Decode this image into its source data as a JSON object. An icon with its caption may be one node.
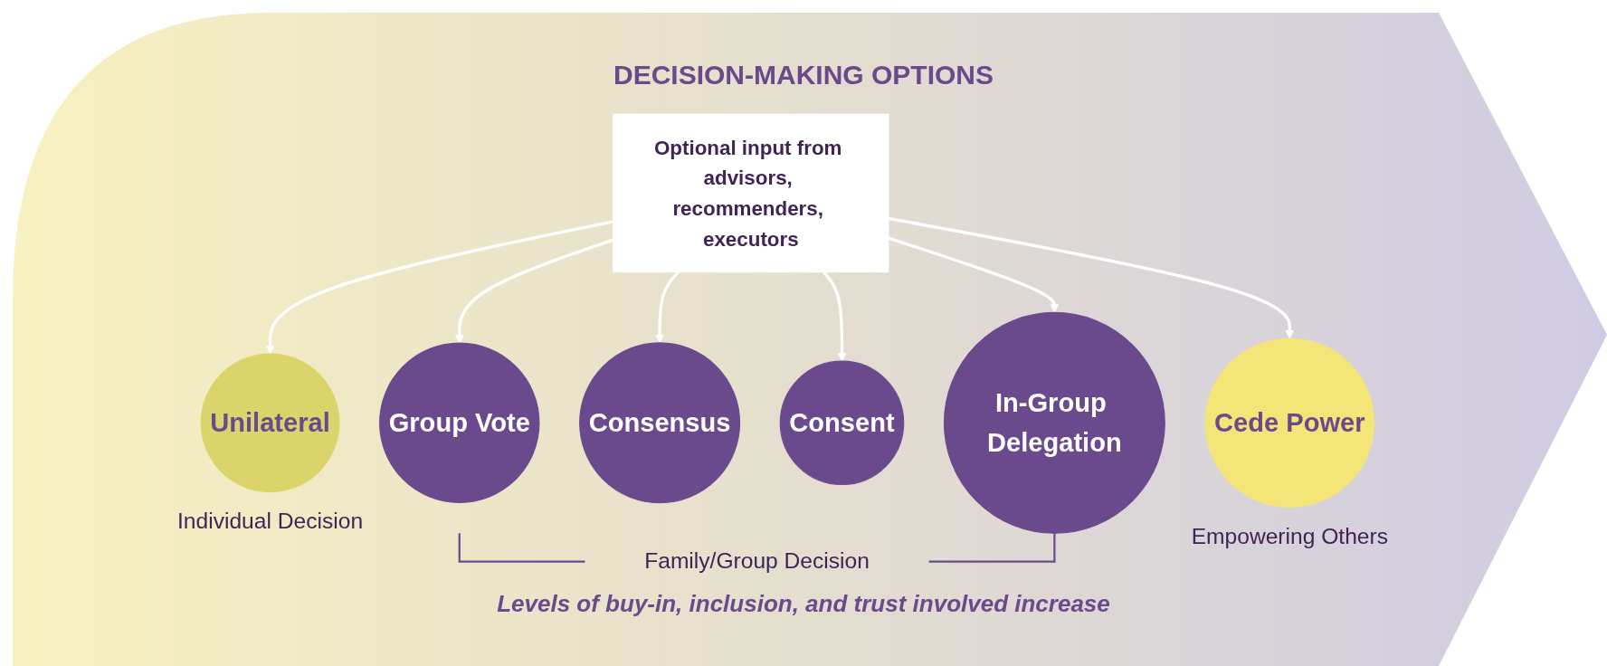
{
  "diagram": {
    "title": "DECISION-MAKING OPTIONS",
    "caption": "Levels of buy-in, inclusion, and trust involved increase",
    "nodes": [
      {
        "text": [
          "Optional input from advisors, recommenders, executors"
        ]
      },
      {
        "text": [
          "Unilateral"
        ],
        "beside": [
          "Individual Decision"
        ]
      },
      {
        "text": [
          "Group Vote"
        ]
      },
      {
        "text": [
          "Consensus"
        ]
      },
      {
        "text": [
          "Consent"
        ]
      },
      {
        "text": [
          "In-Group Delegation"
        ]
      },
      {
        "text": [
          "Cede Power"
        ],
        "beside": [
          "Empowering Others"
        ]
      }
    ],
    "edges": [
      {
        "from": 0,
        "to": 1,
        "arrow": "to"
      },
      {
        "from": 0,
        "to": 2,
        "arrow": "to"
      },
      {
        "from": 0,
        "to": 3,
        "arrow": "to"
      },
      {
        "from": 0,
        "to": 4,
        "arrow": "to"
      },
      {
        "from": 0,
        "to": 5,
        "arrow": "to"
      },
      {
        "from": 0,
        "to": 6,
        "arrow": "to"
      }
    ],
    "labels": [
      "Family/Group Decision"
    ]
  }
}
